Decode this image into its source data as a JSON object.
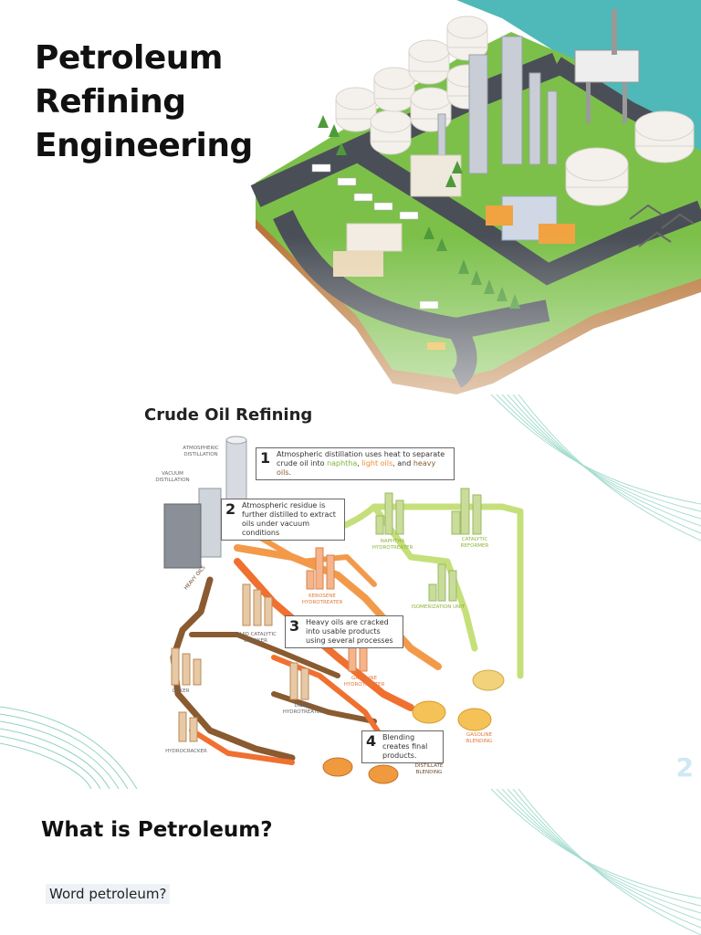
{
  "slide1": {
    "title": "Petroleum Refining Engineering"
  },
  "slide2": {
    "chart_title": "Crude Oil Refining",
    "page_number": "2",
    "callouts": [
      {
        "num": "1",
        "text_before": "Atmospheric distillation uses heat to separate crude oil into ",
        "hl1": "naphtha",
        "sep1": ", ",
        "hl2": "light oils",
        "sep2": ", and ",
        "hl3": "heavy oils",
        "end": "."
      },
      {
        "num": "2",
        "text": "Atmospheric residue is further distilled to extract oils under vacuum conditions"
      },
      {
        "num": "3",
        "text": "Heavy oils are cracked into usable products using several processes"
      },
      {
        "num": "4",
        "text": "Blending creates final products."
      }
    ],
    "labels": {
      "atmospheric": "Atmospheric Distillation",
      "vacuum": "Vacuum Distillation",
      "heavy_oils": "Heavy Oils",
      "naphtha_hydrotreater": "Naphtha Hydrotreater",
      "catalytic_reformer": "Catalytic Reformer",
      "isomerization": "Isomerization Unit",
      "kerosene_hydrotreater": "Kerosene Hydrotreater",
      "fcc": "Fluid Catalytic Cracker",
      "gasoline_hydrotreater": "Gasoline Hydrotreater",
      "coker": "Coker",
      "diesel_hydrotreater": "Diesel Hydrotreater",
      "hydrocracker": "Hydrocracker",
      "gasoline_blending": "Gasoline Blending",
      "distillate_blending": "Distillate Blending"
    }
  },
  "slide3": {
    "title": "What is Petroleum?",
    "bullet": "Word petroleum?"
  },
  "colors": {
    "green": "#8cc63f",
    "orange": "#f0883a",
    "brown": "#7a5230",
    "sea": "#4fb8b0",
    "teal_deco": "#5bb8a8"
  }
}
